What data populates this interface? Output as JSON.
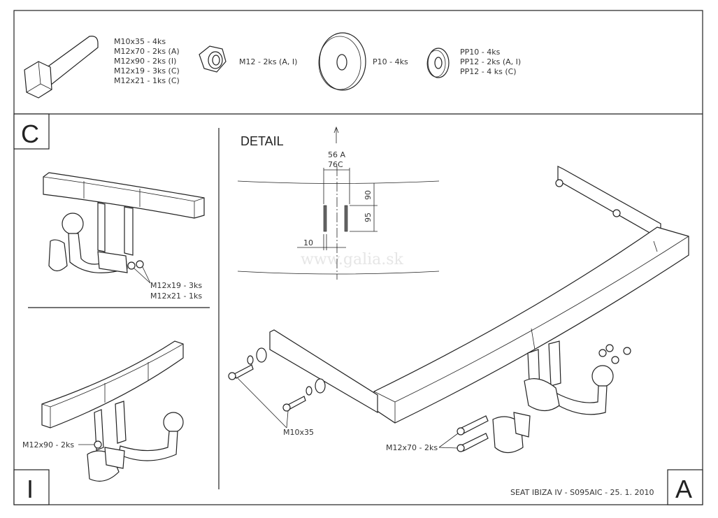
{
  "hardware": {
    "bolt_lines": [
      "M10x35 - 4ks",
      "M12x70 - 2ks (A)",
      "M12x90 - 2ks (I)",
      "M12x19 - 3ks (C)",
      "M12x21 - 1ks (C)"
    ],
    "nut_label": "M12 - 2ks (A, I)",
    "washer_label": "P10 - 4ks",
    "small_washer_lines": [
      "PP10 - 4ks",
      "PP12 - 2ks (A, I)",
      "PP12 - 4 ks (C)"
    ]
  },
  "panels": {
    "c": {
      "letter": "C",
      "callouts": [
        "M12x19 - 3ks",
        "M12x21 - 1ks"
      ]
    },
    "i": {
      "letter": "I",
      "callout": "M12x90 - 2ks"
    },
    "a": {
      "letter": "A",
      "callout_bolts": "M10x35",
      "callout_long": "M12x70 - 2ks"
    }
  },
  "detail": {
    "title": "DETAIL",
    "width_a": "56 A",
    "width_c": "76C",
    "dim_top": "90",
    "dim_mid": "95",
    "dim_side": "10",
    "watermark": "www.galia.sk"
  },
  "footer": "SEAT IBIZA IV - S095AIC - 25. 1. 2010"
}
